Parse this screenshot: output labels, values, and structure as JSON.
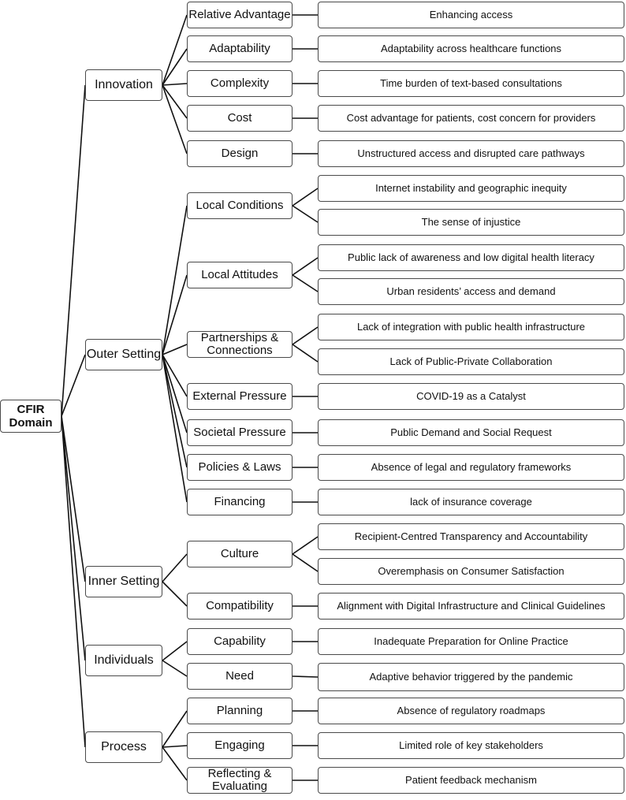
{
  "root": {
    "label": "CFIR Domain"
  },
  "domains": [
    {
      "label": "Innovation",
      "constructs": [
        {
          "label": "Relative Advantage",
          "findings": [
            "Enhancing access"
          ]
        },
        {
          "label": "Adaptability",
          "findings": [
            "Adaptability across healthcare functions"
          ]
        },
        {
          "label": "Complexity",
          "findings": [
            "Time burden of text-based consultations"
          ]
        },
        {
          "label": "Cost",
          "findings": [
            "Cost advantage for patients, cost concern for providers"
          ]
        },
        {
          "label": "Design",
          "findings": [
            "Unstructured access and disrupted care pathways"
          ]
        }
      ]
    },
    {
      "label": "Outer Setting",
      "constructs": [
        {
          "label": "Local Conditions",
          "findings": [
            "Internet instability and geographic inequity",
            "The sense of injustice"
          ]
        },
        {
          "label": "Local Attitudes",
          "findings": [
            "Public lack of awareness and low digital health literacy",
            "Urban residents’ access and demand"
          ]
        },
        {
          "label": "Partnerships & Connections",
          "findings": [
            "Lack of integration with public health infrastructure",
            "Lack of Public-Private Collaboration"
          ]
        },
        {
          "label": "External Pressure",
          "findings": [
            "COVID-19 as a Catalyst"
          ]
        },
        {
          "label": "Societal Pressure",
          "findings": [
            "Public Demand and Social Request"
          ]
        },
        {
          "label": "Policies & Laws",
          "findings": [
            "Absence of legal and regulatory frameworks"
          ]
        },
        {
          "label": "Financing",
          "findings": [
            "lack of insurance coverage"
          ]
        }
      ]
    },
    {
      "label": "Inner Setting",
      "constructs": [
        {
          "label": "Culture",
          "findings": [
            "Recipient-Centred Transparency and Accountability",
            "Overemphasis on Consumer Satisfaction"
          ]
        },
        {
          "label": "Compatibility",
          "findings": [
            "Alignment with Digital Infrastructure and Clinical Guidelines"
          ]
        }
      ]
    },
    {
      "label": "Individuals",
      "constructs": [
        {
          "label": "Capability",
          "findings": [
            "Inadequate Preparation for Online Practice"
          ]
        },
        {
          "label": "Need",
          "findings": [
            "Adaptive behavior triggered by the pandemic"
          ]
        }
      ]
    },
    {
      "label": "Process",
      "constructs": [
        {
          "label": "Planning",
          "findings": [
            "Absence of regulatory roadmaps"
          ]
        },
        {
          "label": "Engaging",
          "findings": [
            "Limited role of key stakeholders"
          ]
        },
        {
          "label": "Reflecting & Evaluating",
          "findings": [
            "Patient feedback mechanism"
          ]
        }
      ]
    }
  ]
}
